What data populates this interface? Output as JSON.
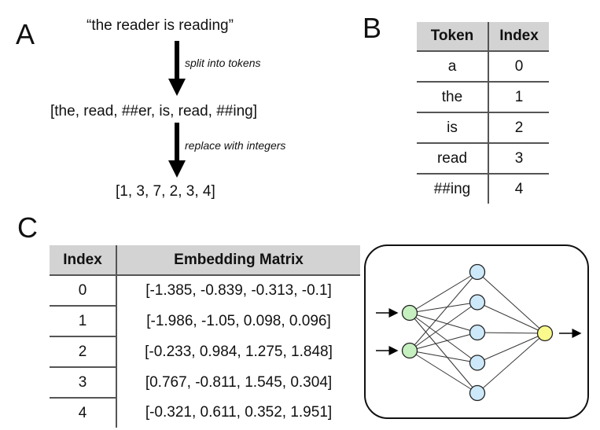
{
  "panel_a": {
    "letter": "A",
    "sentence": "“the reader is reading”",
    "step1_label": "split into tokens",
    "tokens": "[the, read, ##er, is, read, ##ing]",
    "step2_label": "replace with integers",
    "integers": "[1, 3, 7, 2, 3, 4]"
  },
  "panel_b": {
    "letter": "B",
    "headers": [
      "Token",
      "Index"
    ],
    "rows": [
      [
        "a",
        "0"
      ],
      [
        "the",
        "1"
      ],
      [
        "is",
        "2"
      ],
      [
        "read",
        "3"
      ],
      [
        "##ing",
        "4"
      ]
    ]
  },
  "panel_c": {
    "letter": "C",
    "headers": [
      "Index",
      "Embedding Matrix"
    ],
    "rows": [
      [
        "0",
        "[-1.385, -0.839, -0.313, -0.1]"
      ],
      [
        "1",
        "[-1.986, -1.05, 0.098, 0.096]"
      ],
      [
        "2",
        "[-0.233, 0.984, 1.275, 1.848]"
      ],
      [
        "3",
        "[0.767, -0.811, 1.545, 0.304]"
      ],
      [
        "4",
        "[-0.321, 0.611, 0.352, 1.951]"
      ]
    ],
    "network": {
      "input_nodes": 2,
      "hidden_nodes": 5,
      "output_nodes": 1,
      "colors": {
        "input": "#c6f0c0",
        "hidden": "#cde9f9",
        "output": "#fafa8c"
      }
    }
  }
}
